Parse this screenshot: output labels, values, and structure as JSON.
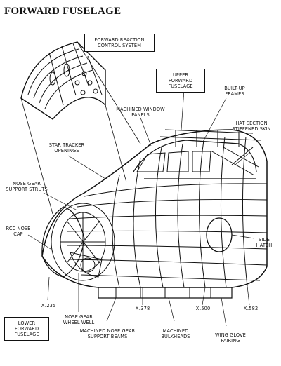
{
  "title": "FORWARD FUSELAGE",
  "labels": {
    "forward_rcs": "FORWARD REACTION\nCONTROL SYSTEM",
    "upper_forward_fuselage": "UPPER\nFORWARD\nFUSELAGE",
    "built_up_frames": "BUILT-UP\nFRAMES",
    "machined_window_panels": "MACHINED WINDOW\nPANELS",
    "hat_section_skin": "HAT SECTION\nSTIFFENED SKIN",
    "star_tracker_openings": "STAR TRACKER\nOPENINGS",
    "nose_gear_support_struts": "NOSE GEAR\nSUPPORT STRUTS",
    "rcc_nose_cap": "RCC NOSE\nCAP",
    "side_hatch": "SIDE\nHATCH",
    "x_235": "Xₓ235",
    "nose_gear_wheel_well": "NOSE GEAR\nWHEEL WELL",
    "x_378": "Xₓ378",
    "x_500": "Xₓ500",
    "x_582": "Xₓ582",
    "lower_forward_fuselage": "LOWER\nFORWARD\nFUSELAGE",
    "machined_nose_gear_beams": "MACHINED NOSE GEAR\nSUPPORT BEAMS",
    "machined_bulkheads": "MACHINED\nBULKHEADS",
    "wing_glove_fairing": "WING GLOVE\nFAIRING"
  }
}
